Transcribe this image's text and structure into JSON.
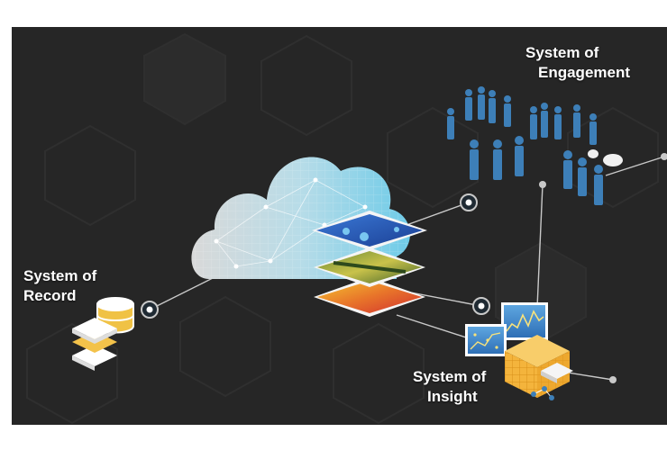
{
  "labels": {
    "record": {
      "line1": "System of",
      "line2": "Record"
    },
    "engagement": {
      "line1": "System of",
      "line2": "Engagement"
    },
    "insight": {
      "line1": "System of",
      "line2": "Insight"
    }
  },
  "colors": {
    "background": "#262626",
    "frame": "#ffffff",
    "people": "#3d7fb8",
    "cube": "#f3b03a",
    "map_blue": "#2356b8",
    "connector": "#c9c9c9"
  },
  "icons": [
    "cloud-icon",
    "database-icon",
    "map-layers-icon",
    "people-crowd-icon",
    "chat-bubble-icon",
    "cube-icon",
    "chart-icon",
    "hexagon-pattern"
  ]
}
